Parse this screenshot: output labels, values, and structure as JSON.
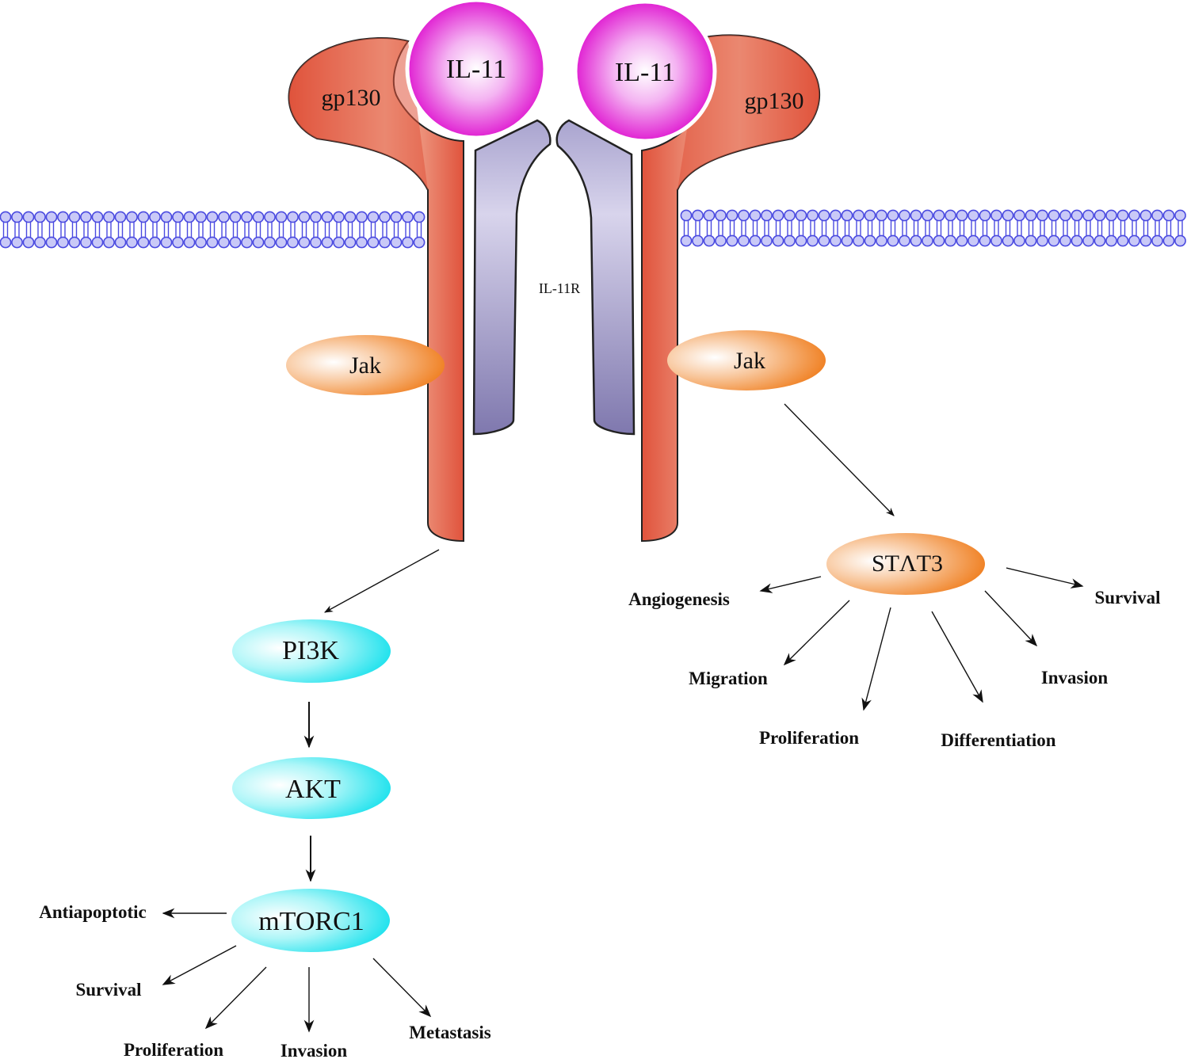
{
  "ligands": {
    "left": "IL-11",
    "right": "IL-11"
  },
  "receptors": {
    "gp130_left": "gp130",
    "gp130_right": "gp130",
    "il11r": "IL-11R"
  },
  "kinases": {
    "jak_left": "Jak",
    "jak_right": "Jak"
  },
  "pi3k_pathway": {
    "pi3k": "PI3K",
    "akt": "AKT",
    "mtorc1": "mTORC1",
    "outcomes": {
      "antiapoptotic": "Antiapoptotic",
      "survival": "Survival",
      "proliferation": "Proliferation",
      "invasion": "Invasion",
      "metastasis": "Metastasis"
    }
  },
  "stat3_pathway": {
    "stat3": "STΛT3",
    "outcomes": {
      "angiogenesis": "Angiogenesis",
      "survival": "Survival",
      "migration": "Migration",
      "invasion": "Invasion",
      "proliferation": "Proliferation",
      "differentiation": "Differentiation"
    }
  },
  "colors": {
    "gp130": "#e0533c",
    "gp130_light": "#f6c1a8",
    "il11": "#e21fd4",
    "il11r": "#8a82b3",
    "jak_stat": "#f07d1c",
    "pi3k_akt": "#1fe6f0",
    "membrane": "#4a4ae0"
  }
}
